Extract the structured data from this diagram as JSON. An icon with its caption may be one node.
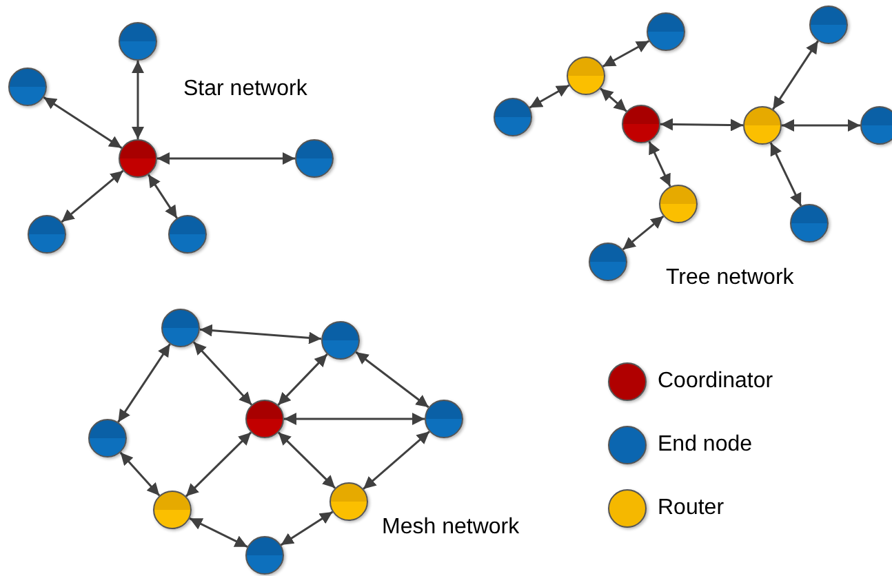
{
  "diagram": {
    "nodes": [
      {
        "text": [],
        "shape": "circle"
      },
      {
        "text": [],
        "shape": "circle"
      },
      {
        "text": [],
        "shape": "circle"
      },
      {
        "text": [],
        "shape": "circle"
      },
      {
        "text": [],
        "shape": "circle"
      },
      {
        "text": [],
        "shape": "circle"
      },
      {
        "text": [],
        "shape": "circle"
      },
      {
        "text": [],
        "shape": "circle"
      },
      {
        "text": [],
        "shape": "circle"
      },
      {
        "text": [],
        "shape": "circle"
      },
      {
        "text": [],
        "shape": "circle"
      },
      {
        "text": [],
        "shape": "circle"
      },
      {
        "text": [],
        "shape": "circle"
      },
      {
        "text": [],
        "shape": "circle"
      },
      {
        "text": [],
        "shape": "circle"
      },
      {
        "text": [],
        "shape": "circle"
      },
      {
        "text": [],
        "shape": "circle"
      },
      {
        "text": [],
        "shape": "circle"
      },
      {
        "text": [],
        "shape": "circle"
      },
      {
        "text": [],
        "shape": "circle"
      },
      {
        "text": [],
        "shape": "circle"
      },
      {
        "text": [],
        "shape": "circle"
      },
      {
        "text": [],
        "shape": "circle"
      },
      {
        "text": [],
        "shape": "circle"
      }
    ],
    "edges": [
      {
        "from": 2,
        "to": 0,
        "arrow": "both"
      },
      {
        "from": 2,
        "to": 1,
        "arrow": "both"
      },
      {
        "from": 2,
        "to": 3,
        "arrow": "both"
      },
      {
        "from": 2,
        "to": 4,
        "arrow": "both"
      },
      {
        "from": 2,
        "to": 5,
        "arrow": "both"
      },
      {
        "from": 8,
        "to": 6,
        "arrow": "both"
      },
      {
        "from": 8,
        "to": 9,
        "arrow": "both"
      },
      {
        "from": 8,
        "to": 10,
        "arrow": "both"
      },
      {
        "from": 10,
        "to": 11,
        "arrow": "both"
      },
      {
        "from": 10,
        "to": 13,
        "arrow": "both"
      },
      {
        "from": 11,
        "to": 7,
        "arrow": "both"
      },
      {
        "from": 11,
        "to": 12,
        "arrow": "both"
      },
      {
        "from": 11,
        "to": 14,
        "arrow": "both"
      },
      {
        "from": 13,
        "to": 15,
        "arrow": "both"
      },
      {
        "from": 16,
        "to": 17,
        "arrow": "both"
      },
      {
        "from": 16,
        "to": 20,
        "arrow": "both"
      },
      {
        "from": 16,
        "to": 18,
        "arrow": "both"
      },
      {
        "from": 17,
        "to": 18,
        "arrow": "both"
      },
      {
        "from": 17,
        "to": 19,
        "arrow": "both"
      },
      {
        "from": 18,
        "to": 19,
        "arrow": "both"
      },
      {
        "from": 20,
        "to": 22,
        "arrow": "both"
      },
      {
        "from": 18,
        "to": 22,
        "arrow": "both"
      },
      {
        "from": 18,
        "to": 21,
        "arrow": "both"
      },
      {
        "from": 19,
        "to": 21,
        "arrow": "both"
      },
      {
        "from": 22,
        "to": 23,
        "arrow": "both"
      },
      {
        "from": 21,
        "to": 23,
        "arrow": "both"
      }
    ],
    "labels": [
      "Star network",
      "Tree network",
      "Mesh network"
    ],
    "legend": [
      {
        "text": "Coordinator",
        "color": "#b00000"
      },
      {
        "text": "End node",
        "color": "#0b66b0"
      },
      {
        "text": "Router",
        "color": "#f5b800"
      }
    ]
  }
}
